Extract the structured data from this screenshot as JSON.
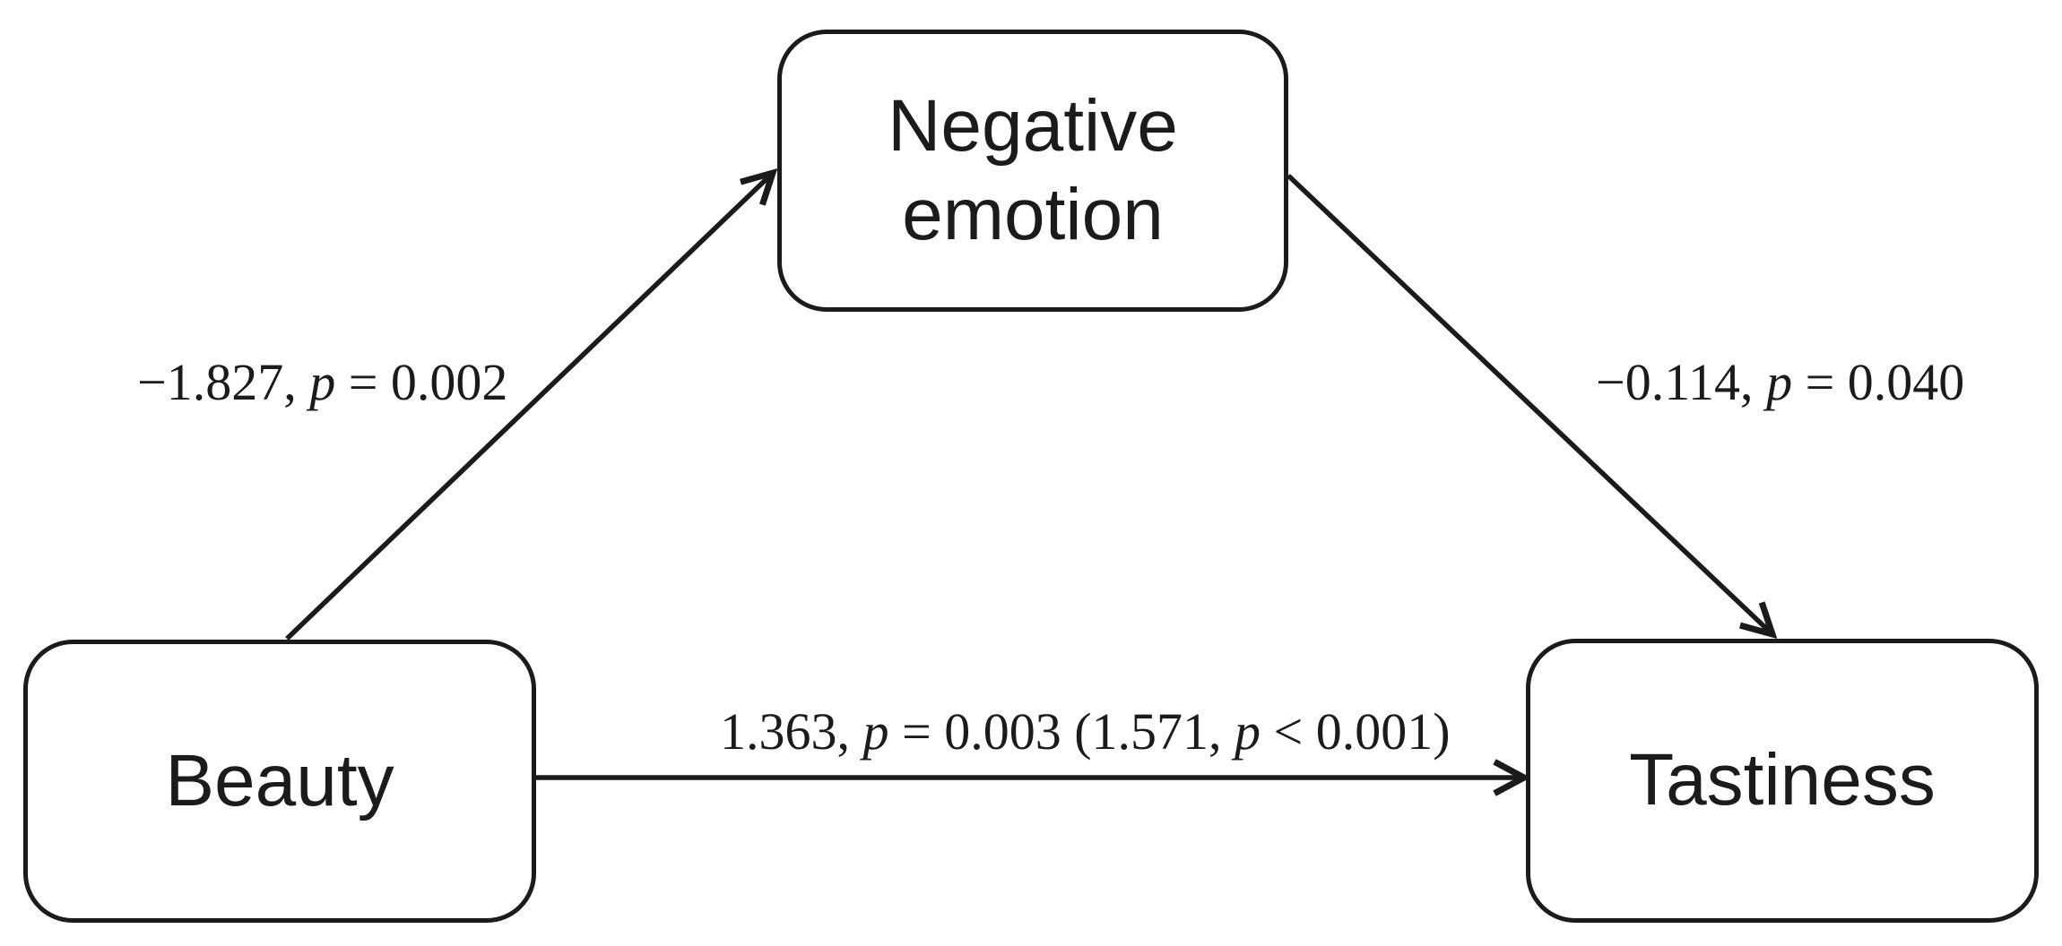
{
  "colors": {
    "ink": "#1b1b1b",
    "paper": "#ffffff",
    "node-fill": "#ffffff"
  },
  "nodes": {
    "negative_emotion": {
      "label": "Negative emotion"
    },
    "beauty": {
      "label": "Beauty"
    },
    "tastiness": {
      "label": "Tastiness"
    }
  },
  "edges": {
    "beauty_to_negative_emotion": {
      "text": "−1.827, p = 0.002",
      "pre": "−1.827, ",
      "p": "p",
      "post": " = 0.002"
    },
    "negative_emotion_to_tastiness": {
      "text": "−0.114, p = 0.040",
      "pre": "−0.114, ",
      "p": "p",
      "post": " = 0.040"
    },
    "beauty_to_tastiness": {
      "text": "1.363, p = 0.003 (1.571, p < 0.001)",
      "pre": "1.363, ",
      "p1": "p",
      "mid": " = 0.003 (1.571, ",
      "p2": "p",
      "post": " < 0.001)"
    }
  }
}
